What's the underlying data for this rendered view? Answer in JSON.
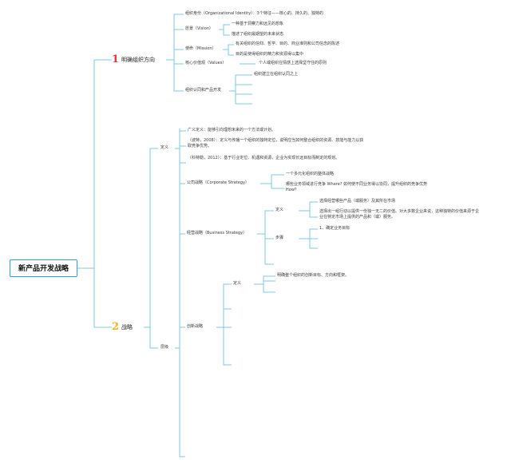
{
  "root": "新产品开发战略",
  "branch1": {
    "number": "1",
    "label": "明确组织方向",
    "nodes": {
      "identity": "组织身份（Organizational Identity）：3个特征——核心的、持久的、独特的",
      "vision": "愿景（Vision）",
      "vision_a": "一种基于洞察力和远见的想象",
      "vision_b": "描述了组织最期望的未来状态",
      "mission": "使命（Mission）",
      "mission_a": "有关组织的信仰、哲学、目的、商业准则和公司信念的陈述",
      "mission_b": "目的是使得组织的精力和资源得以集中",
      "values": "核心价值观（Values）",
      "values_a": "个人或组织在情感上选择坚守住的原则",
      "npd": "组织认同和产品开发",
      "npd_a": "组织建立在组织认同之上"
    }
  },
  "branch2": {
    "number": "2",
    "label": "战略",
    "nodes": {
      "def": "定义",
      "def_a": "广义定义：能够引向理想未来的一个方法或计划。",
      "def_b": "（波特，2008）：定义与传播一个组织的独特定位，说明应当如何整合组织的资源、技能与能力以获取竞争优势。",
      "def_c": "（科特勒，2012）：基于行业定位、机遇和资源，企业为实现长远目标而制定的规划。",
      "level": "层级",
      "corp": "公司战略（Corporate Strategy）",
      "corp_a": "一个多元化组织的整体战略",
      "corp_b": "哪些业务领域进行竞争 Where? 如何使不同业务得以协同，提升组织的竞争优势 How？",
      "biz": "经营战略（Business Strategy）",
      "biz_def": "定义",
      "biz_def_a": "选择经营哪些产品（或服务）及其所在市场",
      "biz_def_b": "选择出一组行动以提供一份独一无二的价值。对大多数企业来说，这种独特的价值来源于企业在特定市场上提供的产品和（或）服务。",
      "biz_steps": "步骤",
      "biz_steps_a": "1、确定业务目标",
      "innov": "创新战略",
      "innov_def": "定义",
      "innov_def_a": "明确整个组织的创新目标、方向和框架。"
    }
  }
}
